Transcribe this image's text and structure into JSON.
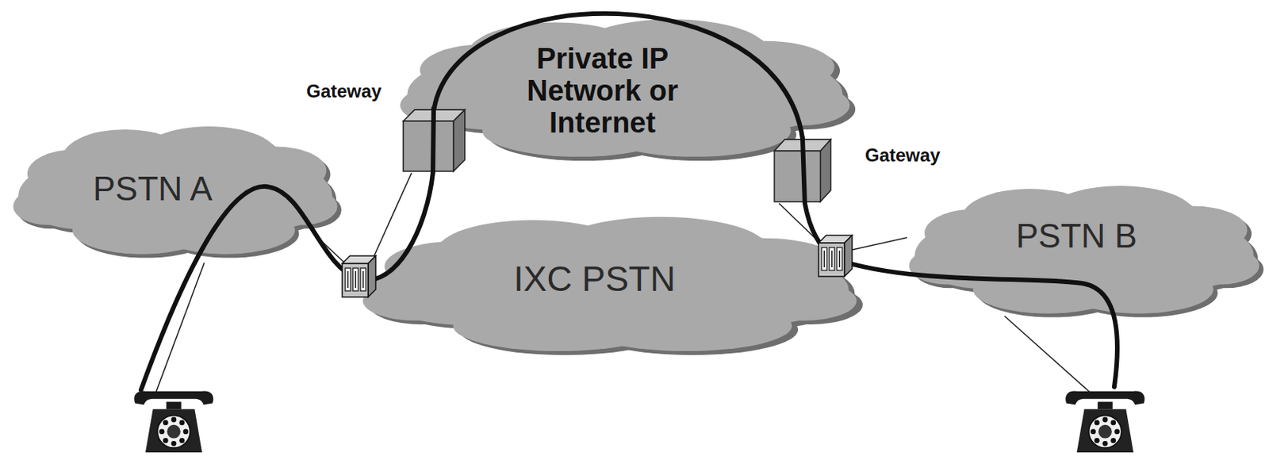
{
  "diagram": {
    "nodes": [
      {
        "text": [
          "PSTN A"
        ]
      },
      {
        "text": [
          "Private IP Network or Internet"
        ]
      },
      {
        "text": [
          "Gateway"
        ]
      },
      {
        "text": [
          "Gateway"
        ]
      },
      {
        "text": [
          "IXC PSTN"
        ]
      },
      {
        "text": [
          "PSTN B"
        ]
      }
    ],
    "edges": [
      {
        "from": 2,
        "to": 3,
        "arrow": "none"
      }
    ]
  }
}
